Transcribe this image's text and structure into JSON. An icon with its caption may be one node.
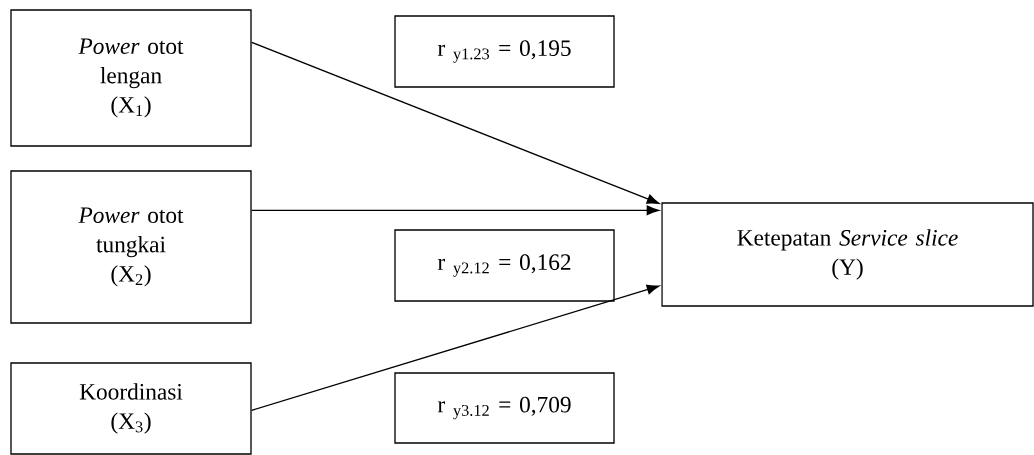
{
  "diagram": {
    "nodes": [
      {
        "text": [
          "*Power* otot lengan",
          "(X$_{1}$)"
        ]
      },
      {
        "text": [
          "*Power* otot tungkai",
          "(X$_{2}$)"
        ]
      },
      {
        "text": [
          "Koordinasi",
          "(X$_{3}$)"
        ]
      },
      {
        "text": [
          "r $_{y1.23}$ = 0,195"
        ]
      },
      {
        "text": [
          "r $_{y2.12}$ = 0,162"
        ]
      },
      {
        "text": [
          "r $_{y3.12}$ = 0,709"
        ]
      },
      {
        "text": [
          "Ketepatan *Service slice*",
          "(Y)"
        ]
      }
    ],
    "edges": [
      {
        "from": 0,
        "to": 6,
        "arrow": "to"
      },
      {
        "from": 1,
        "to": 6,
        "arrow": "to"
      },
      {
        "from": 2,
        "to": 6,
        "arrow": "to"
      }
    ]
  }
}
